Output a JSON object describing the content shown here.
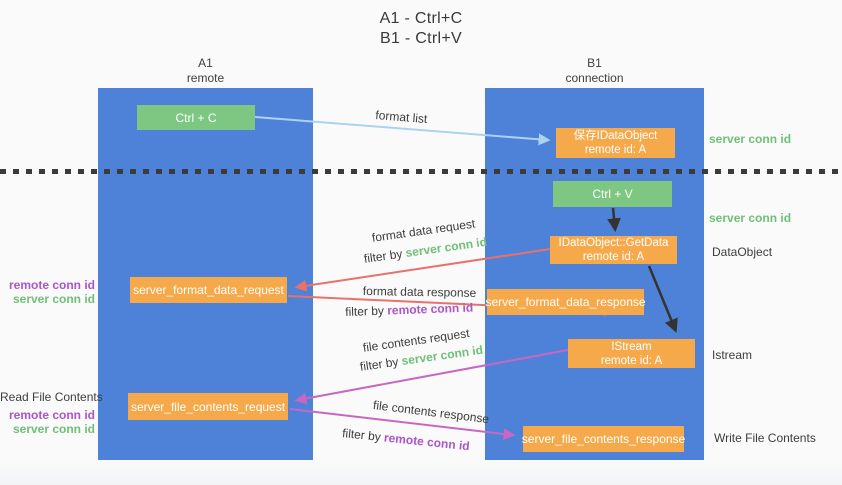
{
  "title": {
    "line1": "A1 - Ctrl+C",
    "line2": "B1 - Ctrl+V"
  },
  "lifelines": {
    "a1": {
      "name": "A1",
      "role": "remote"
    },
    "b1": {
      "name": "B1",
      "role": "connection"
    }
  },
  "boxes": {
    "ctrl_c": {
      "label": "Ctrl + C"
    },
    "ctrl_v": {
      "label": "Ctrl + V"
    },
    "save_dataobject": {
      "line1": "保存IDataObject",
      "line2": "remote id: A"
    },
    "getdata": {
      "line1": "IDataObject::GetData",
      "line2": "remote id: A"
    },
    "istream": {
      "line1": "IStream",
      "line2": "remote id: A"
    },
    "format_request": {
      "label": "server_format_data_request"
    },
    "format_response": {
      "label": "server_format_data_response"
    },
    "file_request": {
      "label": "server_file_contents_request"
    },
    "file_response": {
      "label": "server_file_contents_response"
    }
  },
  "arrows": {
    "format_list": {
      "label": "format list"
    },
    "format_data_request": {
      "label": "format data request",
      "filter_prefix": "filter by ",
      "filter_key": "server conn id"
    },
    "format_data_response": {
      "label": "format data response",
      "filter_prefix": "filter by ",
      "filter_key": "remote conn id"
    },
    "file_contents_request": {
      "label": "file contents request",
      "filter_prefix": "filter by ",
      "filter_key": "server conn id"
    },
    "file_contents_response": {
      "label": "file contents response",
      "filter_prefix": "filter by ",
      "filter_key": "remote conn id"
    }
  },
  "side_labels": {
    "right_server_conn_top": "server conn id",
    "right_server_conn_mid": "server conn id",
    "dataobject": "DataObject",
    "istream": "Istream",
    "write_file": "Write File Contents",
    "left_remote_conn_top": "remote conn id",
    "left_server_conn_top": "server conn id",
    "read_file": "Read File Contents",
    "left_remote_conn_bottom": "remote conn id",
    "left_server_conn_bottom": "server conn id"
  },
  "colors": {
    "lifeline_blue": "#4d82d8",
    "green_box": "#7ec783",
    "orange_box": "#f6a94a",
    "arrow_light_blue": "#aad3f0",
    "arrow_red": "#e8716b",
    "arrow_magenta": "#c767c3",
    "arrow_black": "#333333",
    "text_green": "#6fc077",
    "text_purple": "#ab55c8",
    "separator": "#3b3b3b"
  }
}
